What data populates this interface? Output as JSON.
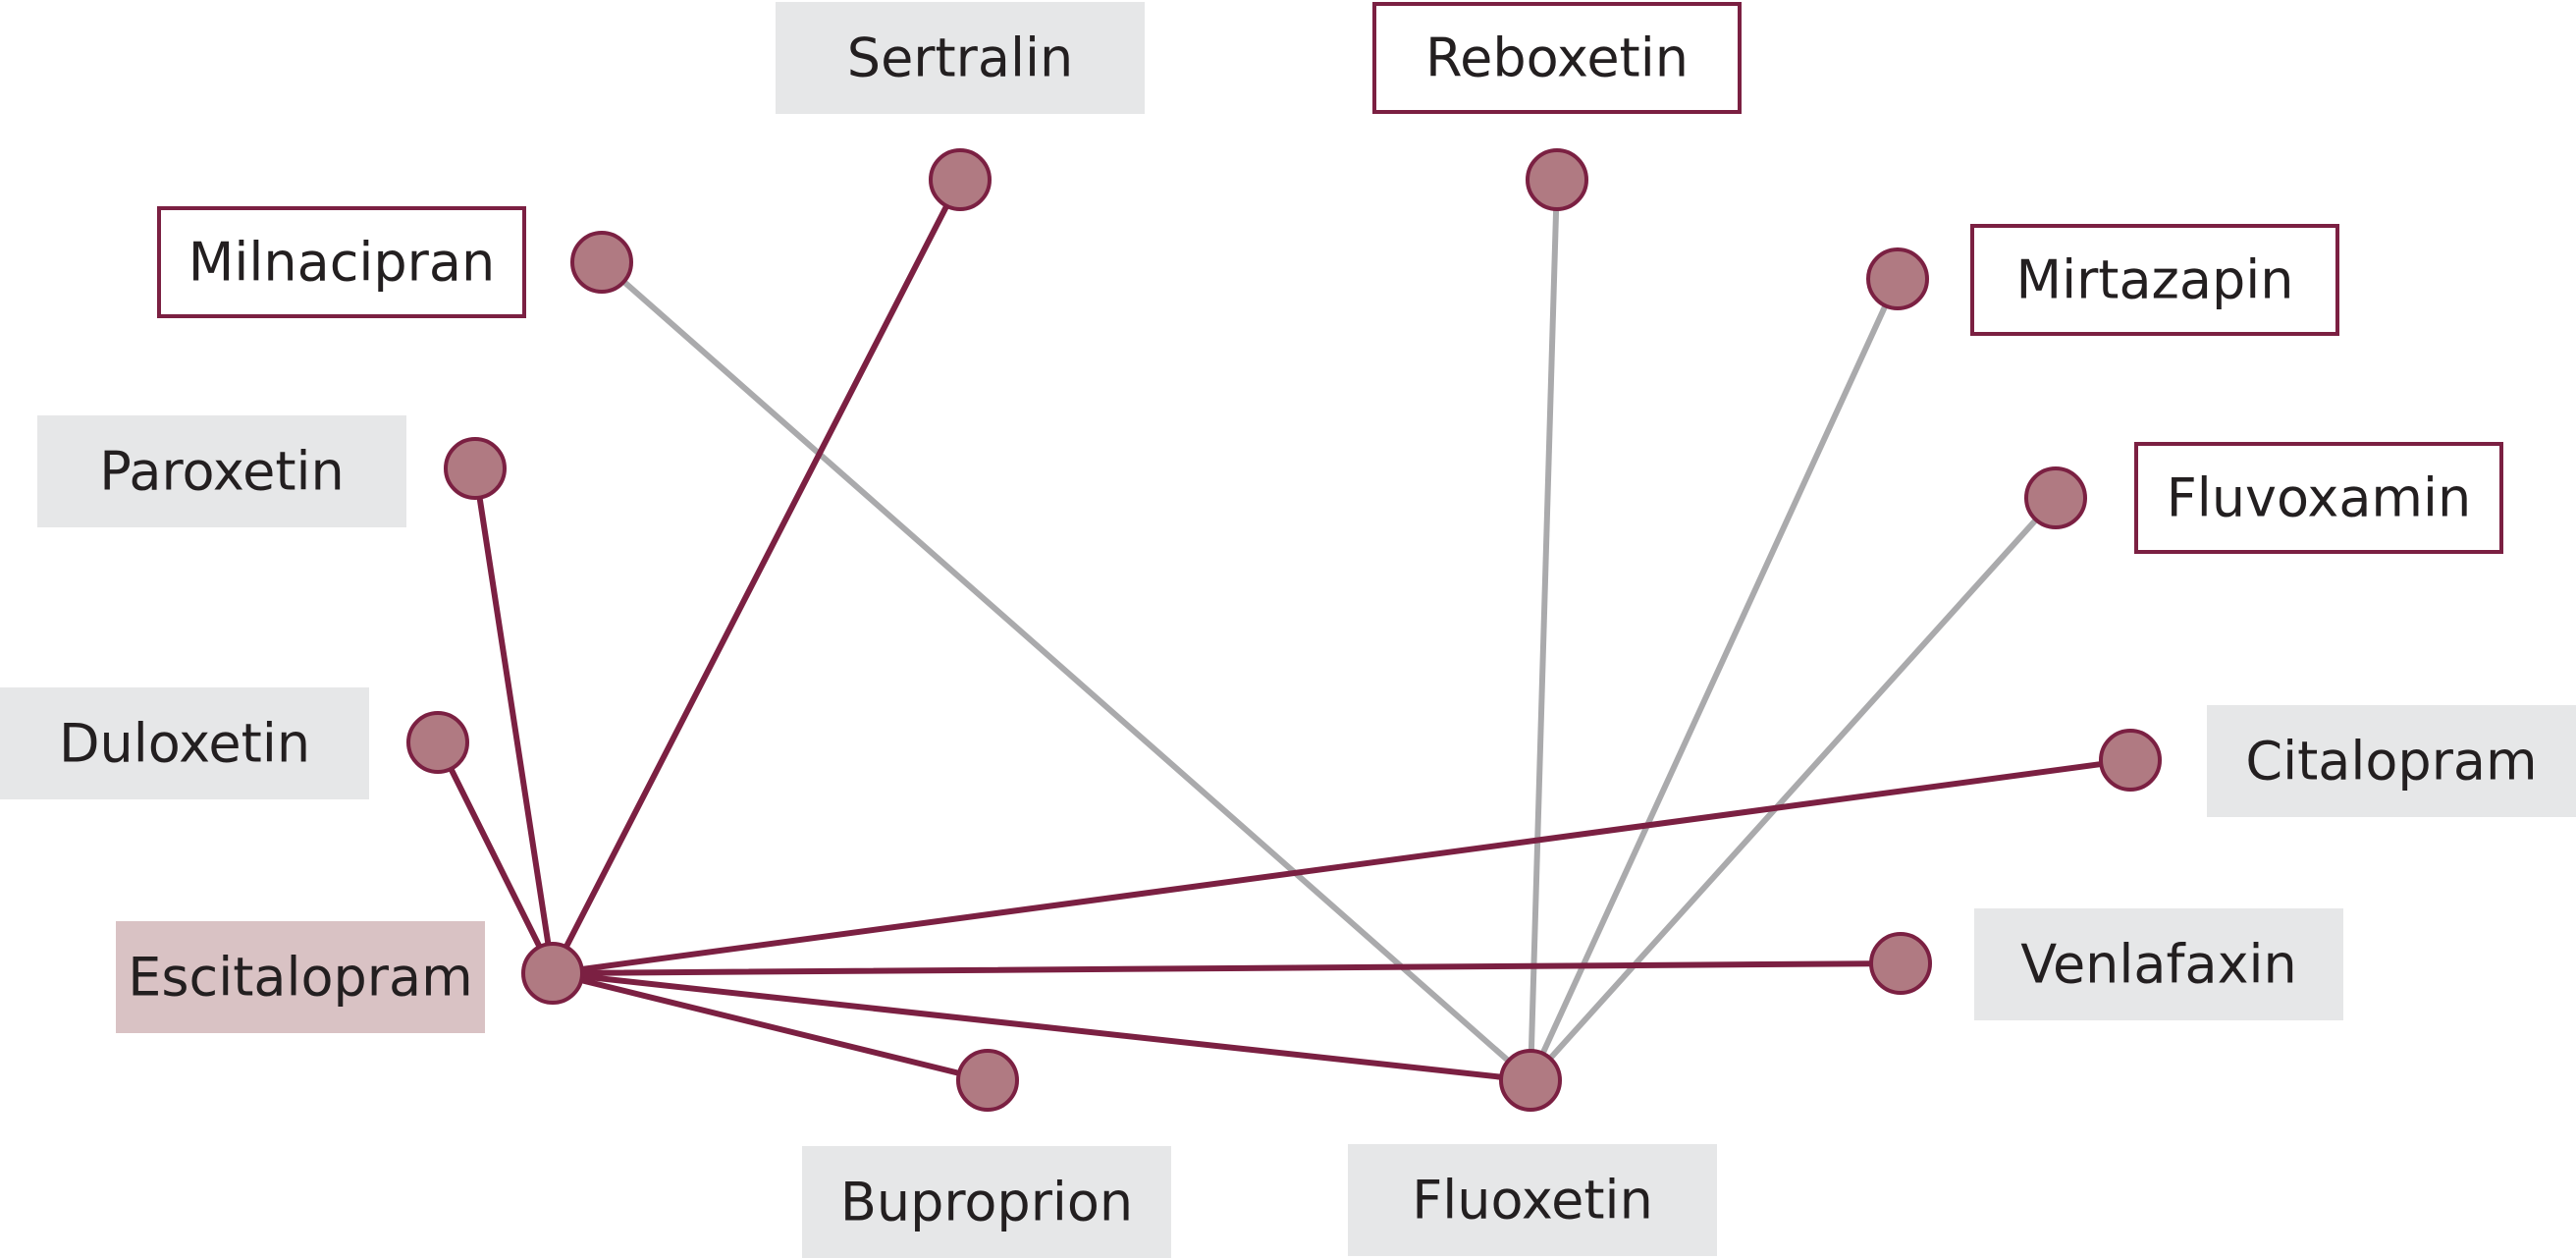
{
  "colors": {
    "accent": "#7b2042",
    "node_fill": "#b07a82",
    "grey_line": "#aaaaac",
    "grey_box": "#e6e7e8",
    "highlight_box": "#d9c2c4",
    "text": "#231f20"
  },
  "nodes": [
    {
      "id": "sertralin",
      "label": "Sertralin",
      "style": "grey"
    },
    {
      "id": "reboxetin",
      "label": "Reboxetin",
      "style": "outlined"
    },
    {
      "id": "milnacipran",
      "label": "Milnacipran",
      "style": "outlined"
    },
    {
      "id": "mirtazapin",
      "label": "Mirtazapin",
      "style": "outlined"
    },
    {
      "id": "paroxetin",
      "label": "Paroxetin",
      "style": "grey"
    },
    {
      "id": "fluvoxamin",
      "label": "Fluvoxamin",
      "style": "outlined"
    },
    {
      "id": "duloxetin",
      "label": "Duloxetin",
      "style": "grey"
    },
    {
      "id": "citalopram",
      "label": "Citalopram",
      "style": "grey"
    },
    {
      "id": "escitalopram",
      "label": "Escitalopram",
      "style": "highlight"
    },
    {
      "id": "venlafaxin",
      "label": "Venlafaxin",
      "style": "grey"
    },
    {
      "id": "buproprion",
      "label": "Buproprion",
      "style": "grey"
    },
    {
      "id": "fluoxetin",
      "label": "Fluoxetin",
      "style": "grey"
    }
  ],
  "edges": [
    {
      "from": "milnacipran",
      "to": "fluoxetin",
      "style": "grey"
    },
    {
      "from": "reboxetin",
      "to": "fluoxetin",
      "style": "grey"
    },
    {
      "from": "mirtazapin",
      "to": "fluoxetin",
      "style": "grey"
    },
    {
      "from": "fluvoxamin",
      "to": "fluoxetin",
      "style": "grey"
    },
    {
      "from": "escitalopram",
      "to": "sertralin",
      "style": "accent"
    },
    {
      "from": "escitalopram",
      "to": "paroxetin",
      "style": "accent"
    },
    {
      "from": "escitalopram",
      "to": "duloxetin",
      "style": "accent"
    },
    {
      "from": "escitalopram",
      "to": "citalopram",
      "style": "accent"
    },
    {
      "from": "escitalopram",
      "to": "venlafaxin",
      "style": "accent"
    },
    {
      "from": "escitalopram",
      "to": "fluoxetin",
      "style": "accent"
    },
    {
      "from": "escitalopram",
      "to": "buproprion",
      "style": "accent"
    }
  ]
}
